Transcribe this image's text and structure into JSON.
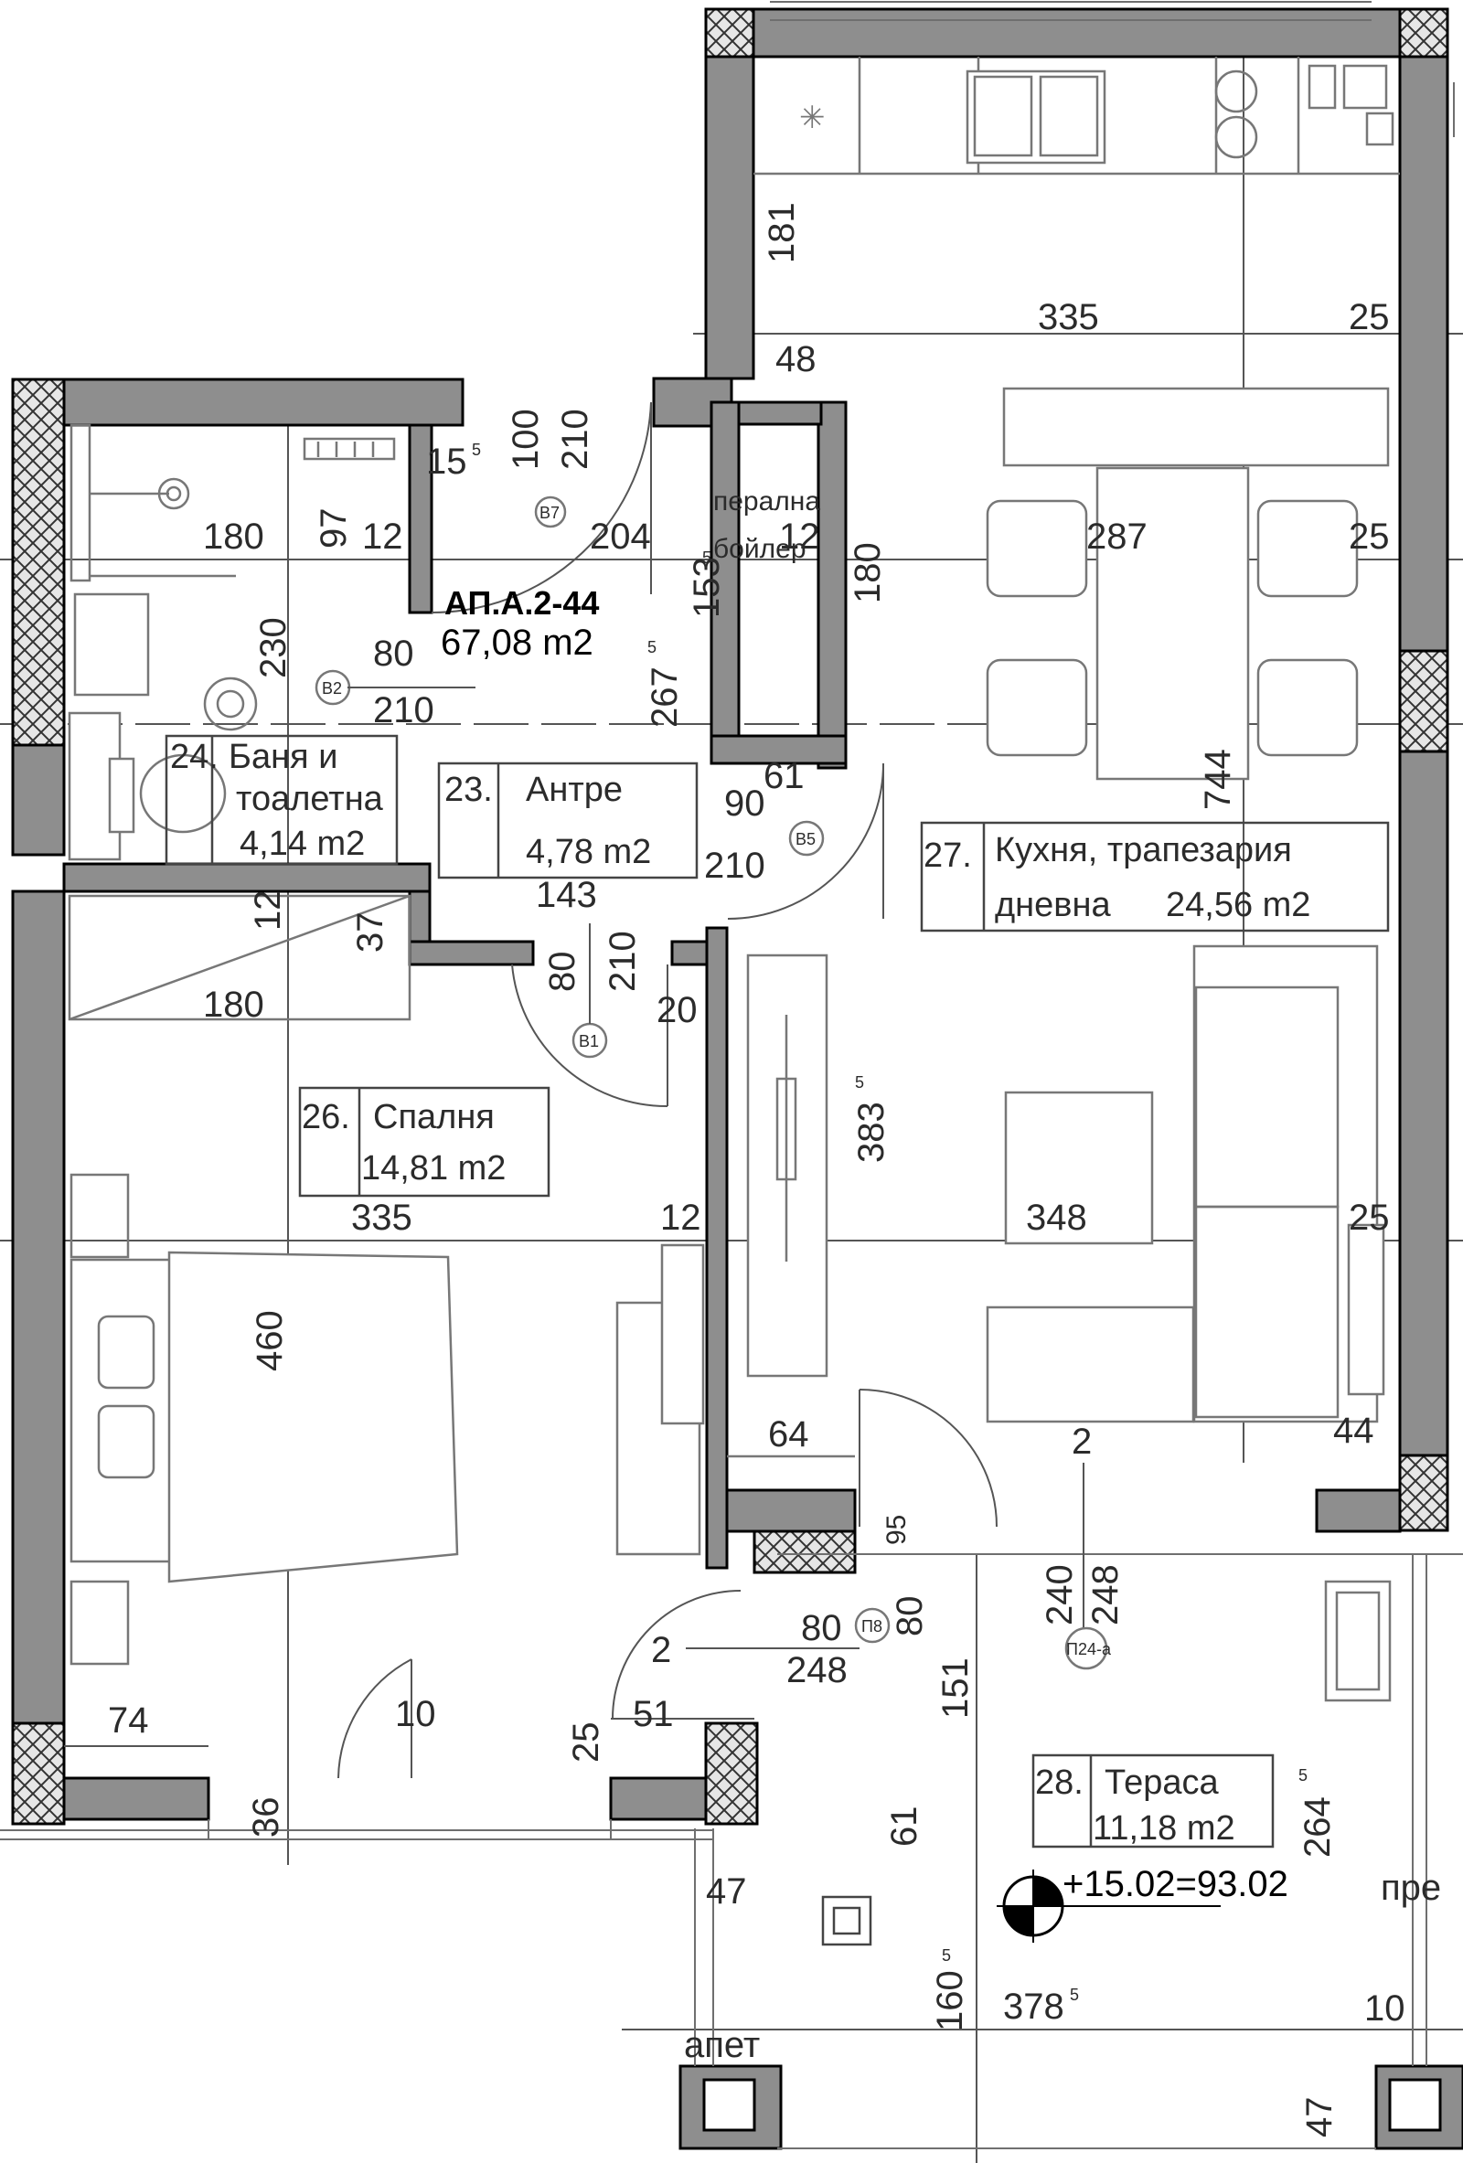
{
  "apartment": {
    "code": "АП.А.2-44",
    "area": "67,08 m2"
  },
  "rooms": [
    {
      "num": "23.",
      "name": "Антре",
      "area": "4,78 m2"
    },
    {
      "num": "24.",
      "name_line1": "Баня и",
      "name_line2": "тоалетна",
      "area": "4,14 m2"
    },
    {
      "num": "26.",
      "name": "Спалня",
      "area": "14,81 m2"
    },
    {
      "num": "27.",
      "name_line1": "Кухня, трапезария",
      "name_line2": "дневна",
      "area": "24,56 m2"
    },
    {
      "num": "28.",
      "name": "Тераса",
      "area": "11,18 m2"
    }
  ],
  "door_marks": [
    "B7",
    "B2",
    "B5",
    "B1",
    "П8",
    "П24-а"
  ],
  "appliance_labels": {
    "washer": "перална",
    "boiler": "бойлер"
  },
  "level_mark": "+15.02=93.02",
  "neighbor_labels": {
    "right": "пре",
    "bottom": "апет"
  },
  "dimensions": {
    "d181": "181",
    "d335a": "335",
    "d25a": "25",
    "d48": "48",
    "d100": "100",
    "d210a": "210",
    "d155": "15",
    "d155sup": "5",
    "d180a": "180",
    "d97": "97",
    "d12a": "12",
    "d204": "204",
    "d12b": "12",
    "d287": "287",
    "d25b": "25",
    "d1535": "153",
    "d1535sup": "5",
    "d180b": "180",
    "d230": "230",
    "d80a": "80",
    "d210b": "210",
    "d2675": "267",
    "d2675sup": "5",
    "d61a": "61",
    "d90": "90",
    "d210c": "210",
    "d744": "744",
    "d143": "143",
    "d12c": "12",
    "d37": "37",
    "d80b": "80",
    "d210d": "210",
    "d20": "20",
    "d180c": "180",
    "d3835": "383",
    "d3835sup": "5",
    "d335b": "335",
    "d12d": "12",
    "d348": "348",
    "d25c": "25",
    "d460": "460",
    "d64": "64",
    "d2a": "2",
    "d44": "44",
    "d95": "95",
    "d240": "240",
    "d248a": "248",
    "d80c": "80",
    "d80d": "80",
    "d248b": "248",
    "d2b": "2",
    "d151": "151",
    "d74": "74",
    "d10a": "10",
    "d25d": "25",
    "d51": "51",
    "d36": "36",
    "d61b": "61",
    "d2645": "264",
    "d2645sup": "5",
    "d47a": "47",
    "d1605": "160",
    "d1605sup": "5",
    "d3785": "378",
    "d3785sup": "5",
    "d10b": "10",
    "d47b": "47"
  },
  "colors": {
    "wall": "#8e8e8e",
    "line": "#555555",
    "text": "#2b2b2b"
  }
}
